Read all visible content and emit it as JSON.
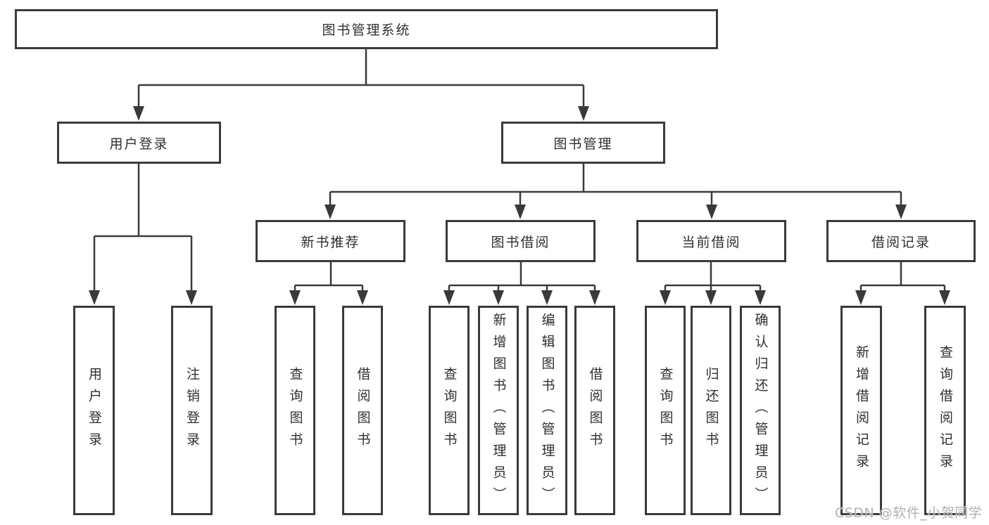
{
  "diagram": {
    "title": "图书管理系统",
    "type": "hierarchy-tree",
    "colors": {
      "line": "#3a3a3a",
      "box_border": "#3a3a3a",
      "box_fill": "#ffffff",
      "text": "#2f2f2f",
      "watermark": "#b0b0b0"
    },
    "nodes": {
      "root": {
        "label": "图书管理系统"
      },
      "level2": [
        {
          "label": "用户登录"
        },
        {
          "label": "图书管理"
        }
      ],
      "level3": [
        {
          "label": "新书推荐",
          "parent": "图书管理"
        },
        {
          "label": "图书借阅",
          "parent": "图书管理"
        },
        {
          "label": "当前借阅",
          "parent": "图书管理"
        },
        {
          "label": "借阅记录",
          "parent": "图书管理"
        }
      ],
      "leaves": [
        {
          "label": "用户登录",
          "parent": "用户登录"
        },
        {
          "label": "注销登录",
          "parent": "用户登录"
        },
        {
          "label": "查询图书",
          "parent": "新书推荐"
        },
        {
          "label": "借阅图书",
          "parent": "新书推荐"
        },
        {
          "label": "查询图书",
          "parent": "图书借阅"
        },
        {
          "label": "新增图书（管理员）",
          "parent": "图书借阅"
        },
        {
          "label": "编辑图书（管理员）",
          "parent": "图书借阅"
        },
        {
          "label": "借阅图书",
          "parent": "图书借阅"
        },
        {
          "label": "查询图书",
          "parent": "当前借阅"
        },
        {
          "label": "归还图书",
          "parent": "当前借阅"
        },
        {
          "label": "确认归还（管理员）",
          "parent": "当前借阅"
        },
        {
          "label": "新增借阅记录",
          "parent": "借阅记录"
        },
        {
          "label": "查询借阅记录",
          "parent": "借阅记录"
        }
      ]
    },
    "watermark": "CSDN @软件_小贺同学"
  }
}
